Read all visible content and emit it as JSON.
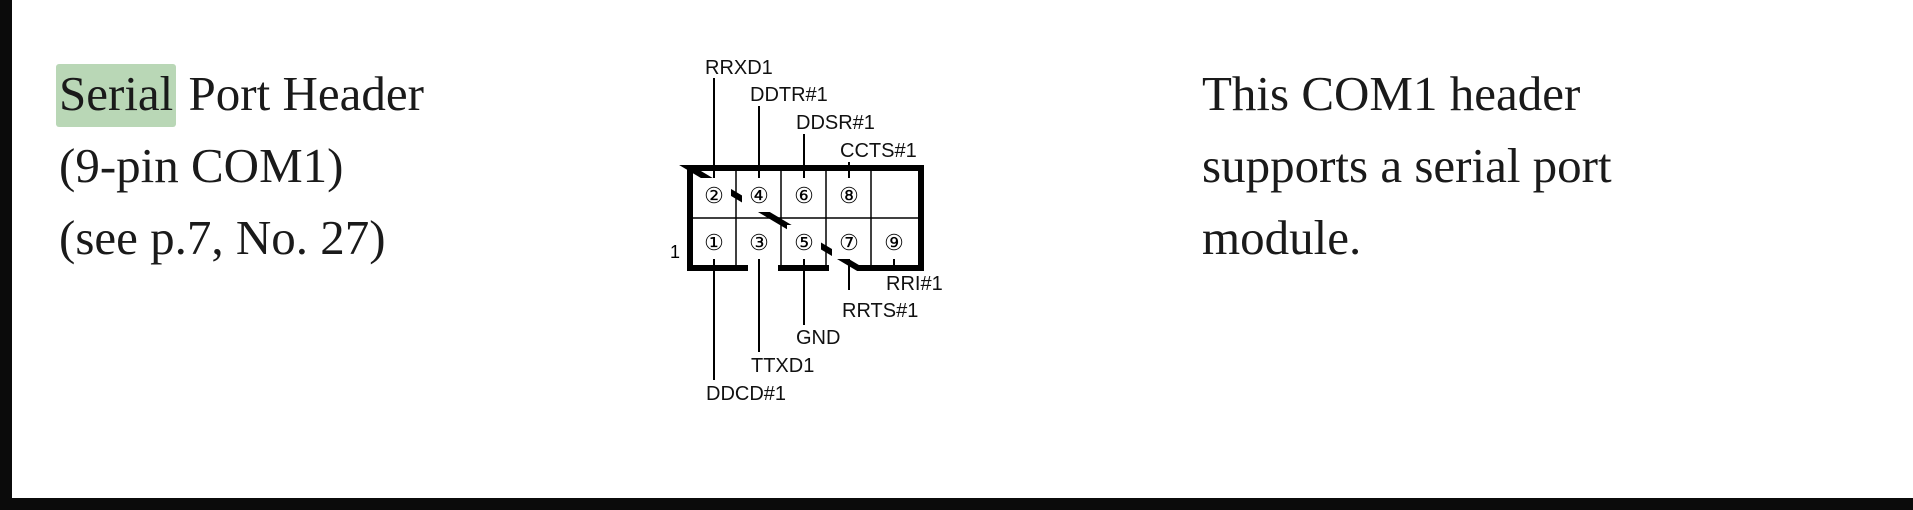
{
  "header": {
    "title_highlight": "Serial",
    "title_rest": " Port Header",
    "line2": "(9-pin COM1)",
    "line3": "(see p.7, No. 27)"
  },
  "description": {
    "line1": "This COM1 header",
    "line2": "supports a serial port",
    "line3": "module."
  },
  "diagram": {
    "pin1_marker": "1",
    "pins_top": [
      "②",
      "④",
      "⑥",
      "⑧"
    ],
    "pins_bottom": [
      "①",
      "③",
      "⑤",
      "⑦",
      "⑨"
    ],
    "labels_top": [
      "RRXD1",
      "DDTR#1",
      "DDSR#1",
      "CCTS#1"
    ],
    "labels_bottom": [
      "RRI#1",
      "RRTS#1",
      "GND",
      "TTXD1",
      "DDCD#1"
    ]
  },
  "colors": {
    "highlight": "#b9d7b6",
    "frame": "#0b0b0b",
    "text": "#1a1a1a"
  }
}
